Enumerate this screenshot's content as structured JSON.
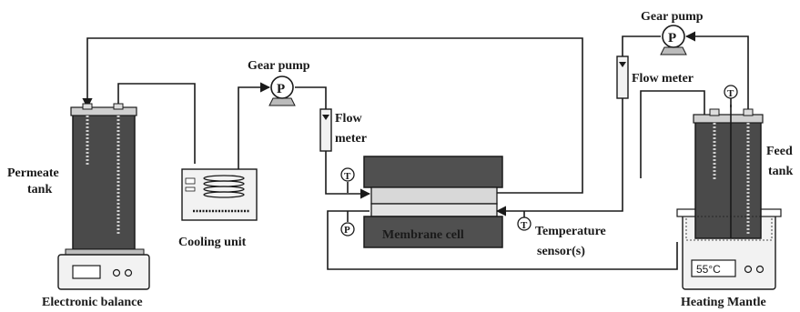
{
  "labels": {
    "permeate_tank": [
      "Permeate",
      "tank"
    ],
    "electronic_balance": "Electronic balance",
    "cooling_unit": "Cooling unit",
    "gear_pump_left": "Gear pump",
    "flow_meter_left": [
      "Flow",
      "meter"
    ],
    "membrane_cell": "Membrane cell",
    "temperature_sensors": [
      "Temperature",
      "sensor(s)"
    ],
    "gear_pump_right": "Gear pump",
    "flow_meter_right": "Flow meter",
    "feed_tank": [
      "Feed",
      "tank"
    ],
    "heating_mantle": "Heating Mantle",
    "heating_display": "55°C",
    "pump_symbol": "P",
    "temp_symbol": "T",
    "pressure_symbol": "P"
  },
  "colors": {
    "line": "#1a1a1a",
    "tank_fill": "#4a4a4a",
    "plate_dark": "#505050",
    "plate_light": "#d8d8d8",
    "device_light": "#f2f2f2"
  }
}
